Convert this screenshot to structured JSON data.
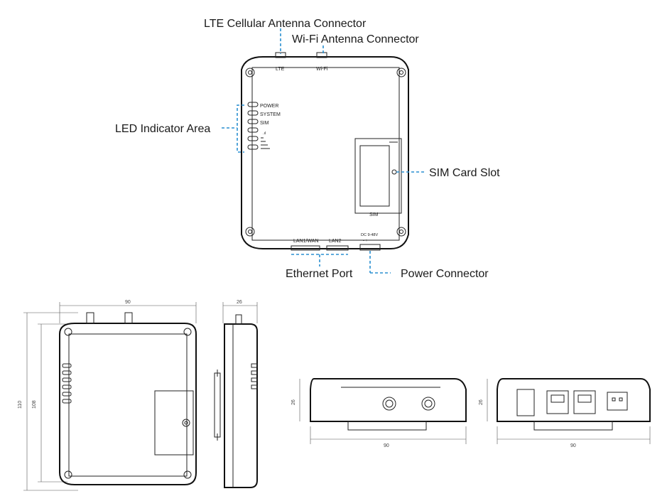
{
  "callouts": {
    "lte_antenna": "LTE Cellular Antenna  Connector",
    "wifi_antenna": "Wi-Fi Antenna  Connector",
    "led_area": "LED Indicator Area",
    "sim_slot": "SIM Card Slot",
    "ethernet": "Ethernet Port",
    "power": "Power Connector"
  },
  "device_labels": {
    "lte": "LTE",
    "wifi": "Wi-Fi",
    "power": "POWER",
    "system": "SYSTEM",
    "sim_led": "SIM",
    "sim_slot": "SIM",
    "lan1": "LAN1/WAN",
    "lan2": "LAN2",
    "dc": "DC 9-48V",
    "dc_polarity": "-    +"
  },
  "dimensions": {
    "front_width": "90",
    "front_height_outer": "110",
    "front_height_inner": "108",
    "side_depth": "26",
    "bottom_height": "26",
    "bottom_width": "90",
    "back_height": "26",
    "back_width": "90"
  },
  "colors": {
    "leader": "#2a8fd0",
    "outline": "#111111"
  }
}
